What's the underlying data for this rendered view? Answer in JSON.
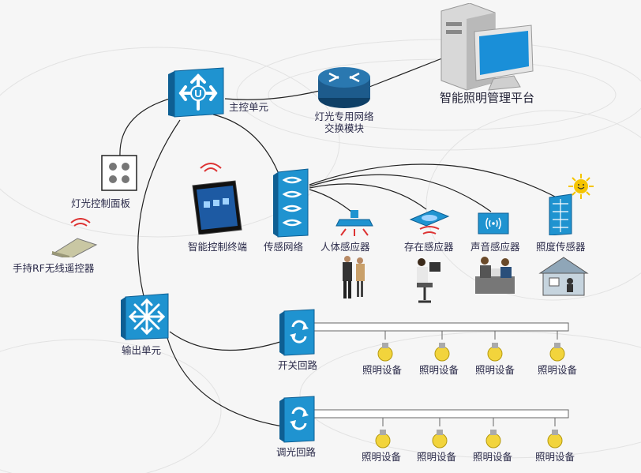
{
  "labels": {
    "main_control": "主控单元",
    "switch_module": "灯光专用网络交换模块",
    "platform": "智能照明管理平台",
    "panel": "灯光控制面板",
    "remote": "手持RF无线遥控器",
    "terminal": "智能控制终端",
    "sensor_network": "传感网络",
    "human_sensor": "人体感应器",
    "presence_sensor": "存在感应器",
    "sound_sensor": "声音感应器",
    "light_sensor": "照度传感器",
    "output_unit": "输出单元",
    "switch_loop": "开关回路",
    "dimming_loop": "调光回路",
    "lighting": "照明设备"
  },
  "colors": {
    "device_blue": "#1f93d0",
    "device_dark": "#0e5f93",
    "wire": "#222222",
    "bulb": "#f2d43c",
    "sun": "#f5c400"
  },
  "icons": {
    "main_control": "cisco-switch-u-icon",
    "switch_module": "router-icon",
    "platform": "computer-icon",
    "panel": "four-button-panel-icon",
    "remote": "rf-remote-icon",
    "terminal": "tablet-icon",
    "sensor_network": "network-hub-icon",
    "output_unit": "multilayer-switch-icon",
    "loop": "loop-module-icon",
    "lighting": "light-bulb-icon"
  }
}
